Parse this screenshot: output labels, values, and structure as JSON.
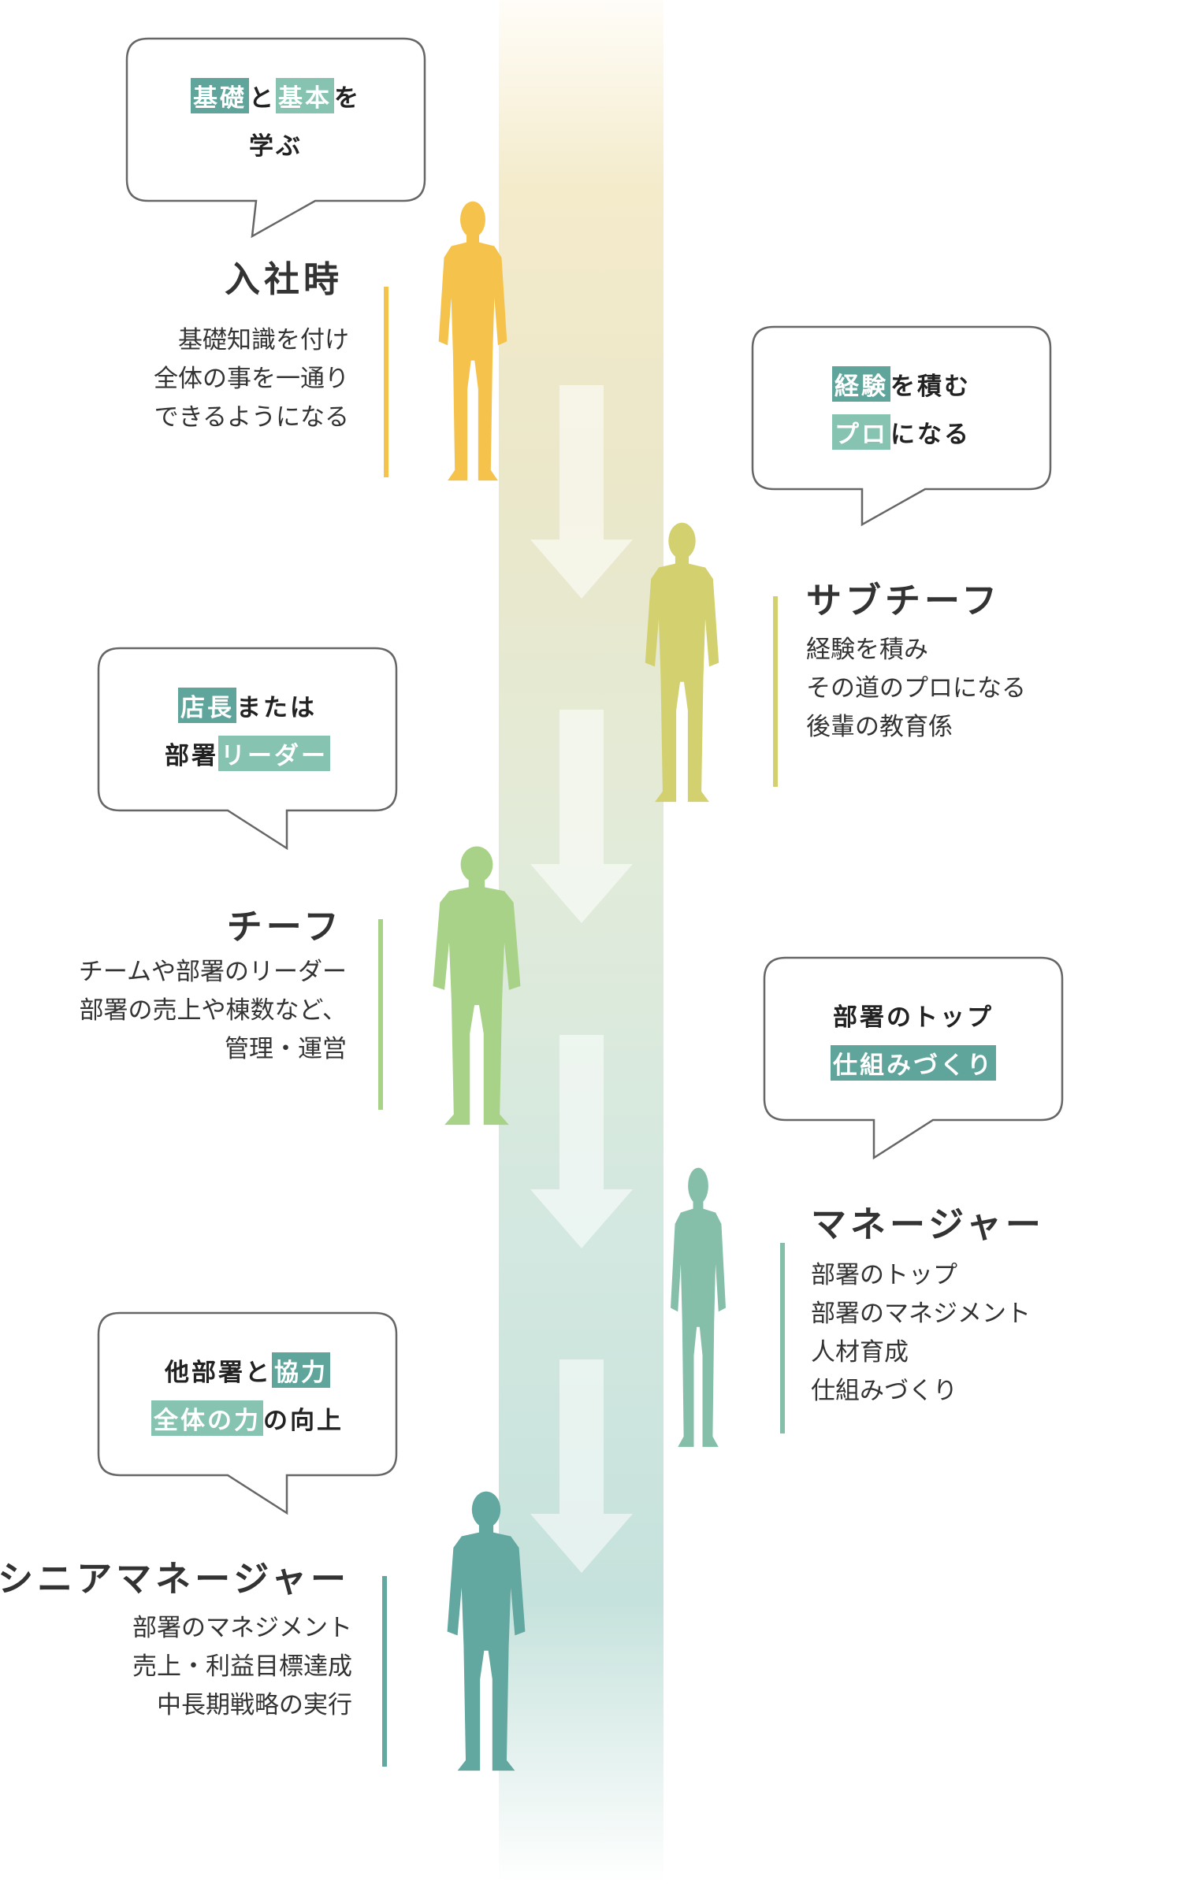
{
  "colors": {
    "highlight_dark": "#5fa59c",
    "highlight_light": "#86c3b1",
    "stage_colors": [
      "#f5c24c",
      "#d3d16f",
      "#a8d287",
      "#85bfa9",
      "#62a8a0"
    ]
  },
  "stages": [
    {
      "title": "入社時",
      "body": [
        "基礎知識を付け",
        "全体の事を一通り",
        "できるようになる"
      ],
      "bubble": [
        [
          {
            "t": "基礎",
            "h": "dark"
          },
          {
            "t": "と"
          },
          {
            "t": "基本",
            "h": "light"
          },
          {
            "t": "を"
          }
        ],
        [
          {
            "t": "学ぶ"
          }
        ]
      ],
      "icon": "person-silhouette-icon"
    },
    {
      "title": "サブチーフ",
      "body": [
        "経験を積み",
        "その道のプロになる",
        "後輩の教育係"
      ],
      "bubble": [
        [
          {
            "t": "経験",
            "h": "dark"
          },
          {
            "t": "を積む"
          }
        ],
        [
          {
            "t": "プロ",
            "h": "light"
          },
          {
            "t": "になる"
          }
        ]
      ],
      "icon": "person-silhouette-icon"
    },
    {
      "title": "チーフ",
      "body": [
        "チームや部署のリーダー",
        "部署の売上や棟数など、",
        "管理・運営"
      ],
      "bubble": [
        [
          {
            "t": "店長",
            "h": "dark"
          },
          {
            "t": "または"
          }
        ],
        [
          {
            "t": "部署"
          },
          {
            "t": "リーダー",
            "h": "light"
          }
        ]
      ],
      "icon": "person-silhouette-icon"
    },
    {
      "title": "マネージャー",
      "body": [
        "部署のトップ",
        "部署のマネジメント",
        "人材育成",
        "仕組みづくり"
      ],
      "bubble": [
        [
          {
            "t": "部署のトップ"
          }
        ],
        [
          {
            "t": "仕組みづくり",
            "h": "dark"
          }
        ]
      ],
      "icon": "person-silhouette-icon"
    },
    {
      "title": "シニアマネージャー",
      "body": [
        "部署のマネジメント",
        "売上・利益目標達成",
        "中長期戦略の実行"
      ],
      "bubble": [
        [
          {
            "t": "他部署と"
          },
          {
            "t": "協力",
            "h": "dark"
          }
        ],
        [
          {
            "t": "全体の力",
            "h": "light"
          },
          {
            "t": "の向上"
          }
        ]
      ],
      "icon": "person-silhouette-icon"
    }
  ]
}
